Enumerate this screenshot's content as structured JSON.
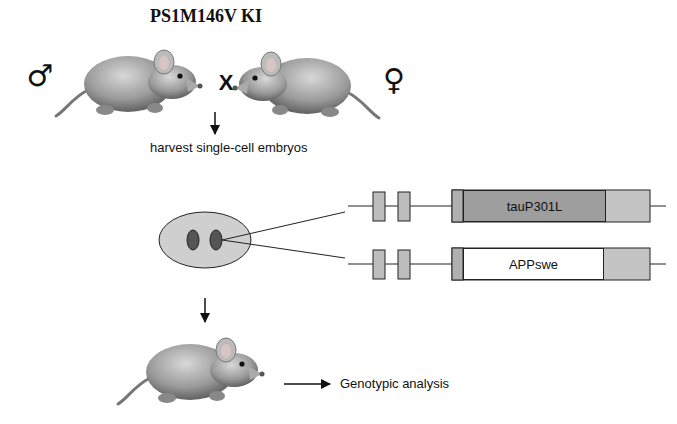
{
  "diagram": {
    "nodes": [
      {
        "text": [
          "tauP301L"
        ]
      },
      {
        "text": [
          "APPswe"
        ]
      }
    ],
    "labels": [
      "PS1M146V KI",
      "♂",
      "X",
      "♀",
      "harvest single-cell embryos",
      "Genotypic analysis"
    ]
  }
}
